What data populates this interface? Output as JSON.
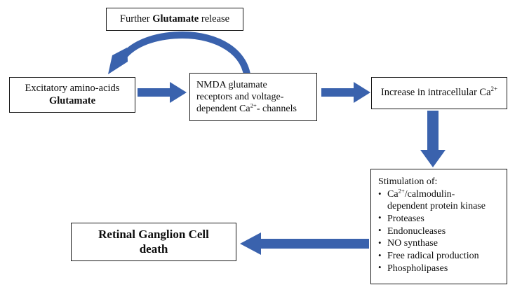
{
  "diagram": {
    "title": "Glutamate excitotoxicity pathway leading to retinal ganglion cell death",
    "accent_color": "#3A62AD",
    "border_color": "#1a1a1a",
    "background_color": "#ffffff",
    "nodes": {
      "further_release": {
        "text_before": "Further ",
        "text_bold": "Glutamate",
        "text_after": " release"
      },
      "excitatory": {
        "line1": "Excitatory amino-acids",
        "line2_bold": "Glutamate"
      },
      "nmda": {
        "line1": "NMDA glutamate",
        "line2": "receptors and voltage-",
        "line3_pre": "dependent Ca",
        "line3_sup": "2+",
        "line3_post": "- channels"
      },
      "increase": {
        "text_pre": "Increase in intracellular Ca",
        "text_sup": "2+"
      },
      "stimulation": {
        "title": "Stimulation of:",
        "items": [
          {
            "pre": "Ca",
            "sup": "2+",
            "post": "/calmodulin-"
          },
          {
            "pre": "dependent protein kinase",
            "sup": "",
            "post": "",
            "continuation": true
          },
          {
            "pre": "Proteases",
            "sup": "",
            "post": ""
          },
          {
            "pre": "Endonucleases",
            "sup": "",
            "post": ""
          },
          {
            "pre": "NO synthase",
            "sup": "",
            "post": ""
          },
          {
            "pre": "Free radical production",
            "sup": "",
            "post": ""
          },
          {
            "pre": "Phospholipases",
            "sup": "",
            "post": ""
          }
        ]
      },
      "rgc_death": {
        "line1": "Retinal Ganglion Cell",
        "line2": "death"
      }
    },
    "arrows": [
      {
        "name": "glutamate-to-nmda",
        "direction": "right"
      },
      {
        "name": "nmda-to-increase",
        "direction": "right"
      },
      {
        "name": "increase-to-stimulation",
        "direction": "down"
      },
      {
        "name": "stimulation-to-rgc-death",
        "direction": "left"
      },
      {
        "name": "nmda-to-further-release-feedback",
        "direction": "curved-left"
      }
    ]
  }
}
